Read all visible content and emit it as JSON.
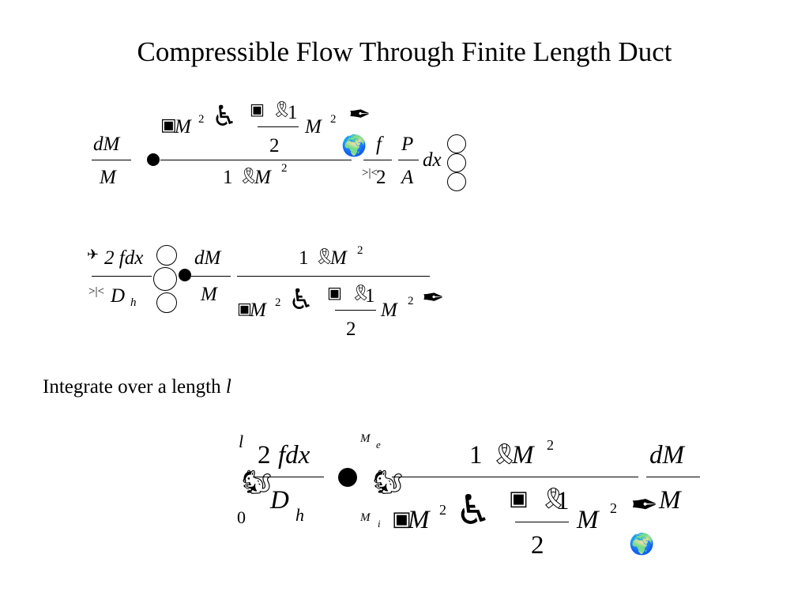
{
  "slide": {
    "title": "Compressible Flow Through Finite Length Duct",
    "integrate_text": "Integrate over a length",
    "integrate_var": "l"
  },
  "eq1": {
    "lhs_num": "dM",
    "lhs_den": "M",
    "num_M": "M",
    "num_2": "2",
    "num_1": "1",
    "num_M2": "M",
    "num_exp": "2",
    "num_half": "2",
    "den_1": "1",
    "den_M": "M",
    "den_exp": "2",
    "f": "f",
    "two": "2",
    "P": "P",
    "A": "A",
    "dx": "dx"
  },
  "eq2": {
    "two_fdx": "2 fdx",
    "D": "D",
    "h": "h",
    "dM": "dM",
    "M": "M",
    "num_1": "1",
    "num_M": "M",
    "num_exp": "2",
    "den_M": "M",
    "den_exp": "2",
    "den_1": "1",
    "den_M2": "M",
    "den_exp2": "2",
    "den_half": "2"
  },
  "eq3": {
    "upper_l": "l",
    "lower_0": "0",
    "two": "2",
    "fdx": "fdx",
    "D": "D",
    "h": "h",
    "upper_M": "M",
    "upper_e": "e",
    "lower_M": "M",
    "lower_i": "i",
    "num_1": "1",
    "num_M": "M",
    "num_exp": "2",
    "den_M": "M",
    "den_exp": "2",
    "den_1": "1",
    "den_M2": "M",
    "den_exp2": "2",
    "den_half": "2",
    "dM": "dM",
    "M": "M"
  },
  "icons": {
    "globe": "🌍",
    "ribbon": "🎗",
    "wheelchair": "♿",
    "pen": "✒",
    "squirrel": "🐿",
    "box": "▣",
    "plane": "✈"
  }
}
